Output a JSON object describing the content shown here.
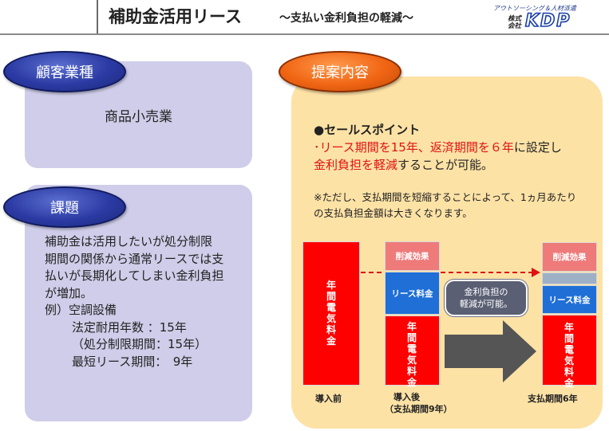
{
  "header": {
    "title": "補助金活用リース",
    "subtitle": "～支払い金利負担の軽減～",
    "logo": {
      "tagline": "アウトソーシング＆人材派遣",
      "company_type": "株式会社",
      "brand": "KDP"
    }
  },
  "customer": {
    "label": "顧客業種",
    "value": "商品小売業"
  },
  "issue": {
    "label": "課題",
    "body_lines": [
      "補助金は活用したいが処分制限",
      "期間の関係から通常リースでは支",
      "払いが長期化してしまい金利負担",
      "が増加。"
    ],
    "example_lines": [
      "例）空調設備",
      "法定耐用年数 ：15年",
      "（処分制限期間：15年）",
      "最短リース期間：　9年"
    ]
  },
  "proposal": {
    "label": "提案内容",
    "selling_point_title": "●セールスポイント",
    "sp_line1": {
      "prefix": "･",
      "red": "リース期間を15年、返済期間を６年",
      "rest": "に設定し"
    },
    "sp_line2": {
      "red": "金利負担を軽減",
      "rest": "することが可能。"
    },
    "note_lines": [
      "※ただし、支払期間を短縮することによって、1ヵ月あたり",
      "の支払負担金額は大きくなります。"
    ]
  },
  "diagram": {
    "bar_electric": "年間電気料金",
    "bar_reduction": "削減効果",
    "bar_lease": "リース料金",
    "bubble_lines": [
      "金利負担の",
      "軽減が可能。"
    ],
    "caption_before": "導入前",
    "caption_after": "導入後",
    "caption_after_sub": "（支払期間9年）",
    "caption_6yr": "支払期間6年"
  },
  "colors": {
    "blue_oval": "#2b3aa3",
    "orange_oval": "#f06513",
    "left_panel": "#cfcde9",
    "right_panel": "#fde2a6",
    "red_emphasis": "#e01212",
    "bar_red": "#ff0000",
    "bar_pink": "#ee7a7a",
    "bar_blue": "#1f6fd6",
    "arrow_gray": "#555555"
  }
}
